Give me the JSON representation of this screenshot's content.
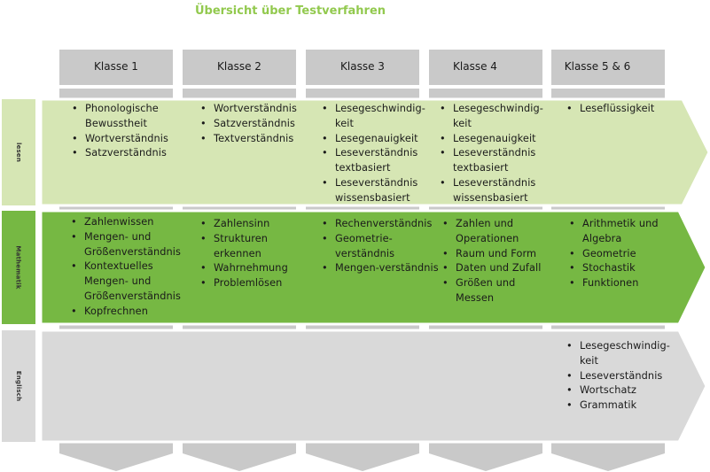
{
  "title": "Übersicht über Testverfahren",
  "columns": [
    "Klasse 1",
    "Klasse 2",
    "Klasse 3",
    "Klasse 4",
    "Klasse 5 & 6"
  ],
  "colors": {
    "title": "#92c94e",
    "header_box": "#c9c9c9",
    "row_lesen": "#d6e6b4",
    "row_mathematik": "#76b843",
    "row_englisch": "#d9d9d9"
  },
  "rows": [
    {
      "label": "lesen",
      "cells": [
        [
          "Phonologische Bewusstheit",
          "Wortverständnis",
          "Satzverständnis"
        ],
        [
          "Wortverständnis",
          "Satzverständnis",
          "Textverständnis"
        ],
        [
          "Lesegeschwindig-keit",
          "Lesegenauigkeit",
          "Leseverständnis textbasiert",
          "Leseverständnis wissensbasiert"
        ],
        [
          "Lesegeschwindig-keit",
          "Lesegenauigkeit",
          "Leseverständnis textbasiert",
          "Leseverständnis wissensbasiert"
        ],
        [
          "Leseflüssigkeit"
        ]
      ]
    },
    {
      "label": "Mathematik",
      "cells": [
        [
          "Zahlenwissen",
          "Mengen- und Größenverständnis",
          "Kontextuelles Mengen- und Größenverständnis",
          "Kopfrechnen"
        ],
        [
          "Zahlensinn",
          "Strukturen erkennen",
          "Wahrnehmung",
          "Problemlösen"
        ],
        [
          "Rechenverständnis",
          "Geometrie-verständnis",
          "Mengen-verständnis"
        ],
        [
          "Zahlen und Operationen",
          "Raum und Form",
          "Daten und Zufall",
          "Größen und Messen"
        ],
        [
          "Arithmetik und Algebra",
          "Geometrie",
          "Stochastik",
          "Funktionen"
        ]
      ]
    },
    {
      "label": "Englisch",
      "cells": [
        [],
        [],
        [],
        [],
        [
          "Lesegeschwindig-keit",
          "Leseverständnis",
          "Wortschatz",
          "Grammatik"
        ]
      ]
    }
  ]
}
